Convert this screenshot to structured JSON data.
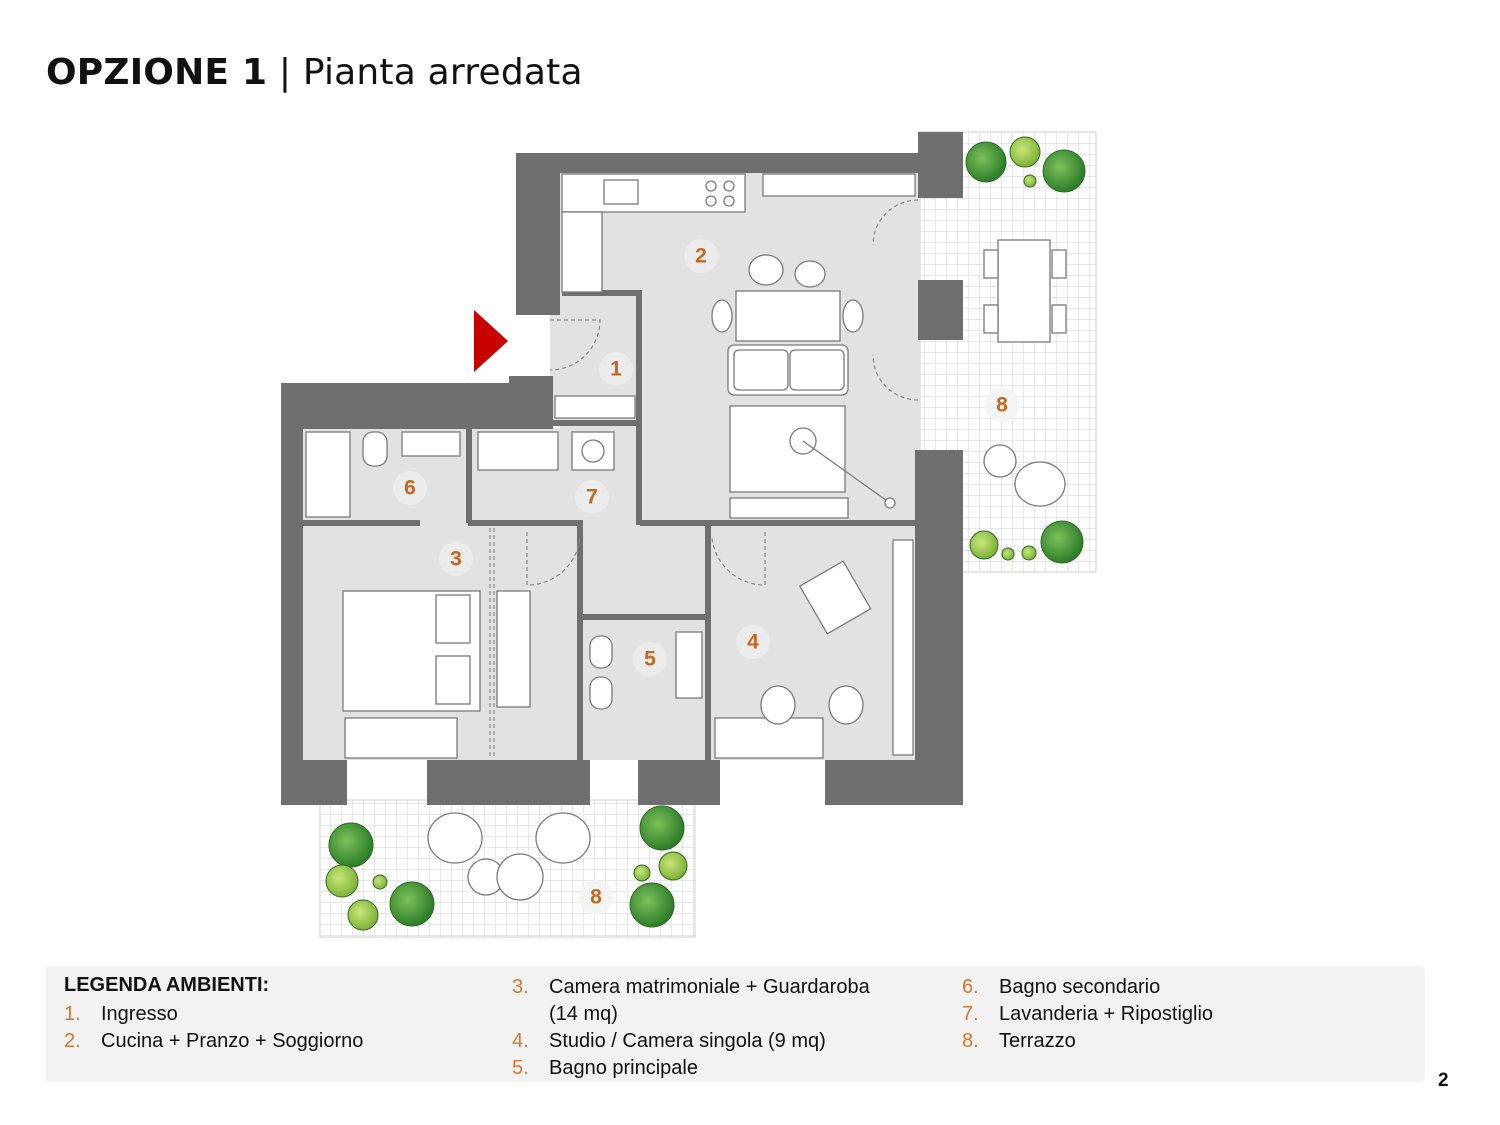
{
  "header": {
    "title_bold": "OPZIONE 1",
    "title_light": "| Pianta arredata"
  },
  "plan": {
    "room_labels": [
      "1",
      "2",
      "3",
      "4",
      "5",
      "6",
      "7",
      "8",
      "8"
    ]
  },
  "legend": {
    "title": "LEGENDA AMBIENTI:",
    "col1": [
      {
        "num": "1.",
        "text": "Ingresso"
      },
      {
        "num": "2.",
        "text": "Cucina + Pranzo + Soggiorno"
      }
    ],
    "col2": [
      {
        "num": "3.",
        "text": "Camera matrimoniale +  Guardaroba"
      },
      {
        "num": "",
        "text": "(14 mq)"
      },
      {
        "num": "4.",
        "text": "Studio / Camera singola (9 mq)"
      },
      {
        "num": "5.",
        "text": "Bagno principale"
      }
    ],
    "col3": [
      {
        "num": "6.",
        "text": "Bagno secondario"
      },
      {
        "num": "7.",
        "text": "Lavanderia + Ripostiglio"
      },
      {
        "num": "8.",
        "text": "Terrazzo"
      }
    ]
  },
  "page_number": "2",
  "colors": {
    "wall": "#6f6f6f",
    "floor": "#e2e2e2",
    "accent": "#c8651f",
    "entry_arrow": "#c80000",
    "plant": "#5aa33a"
  }
}
